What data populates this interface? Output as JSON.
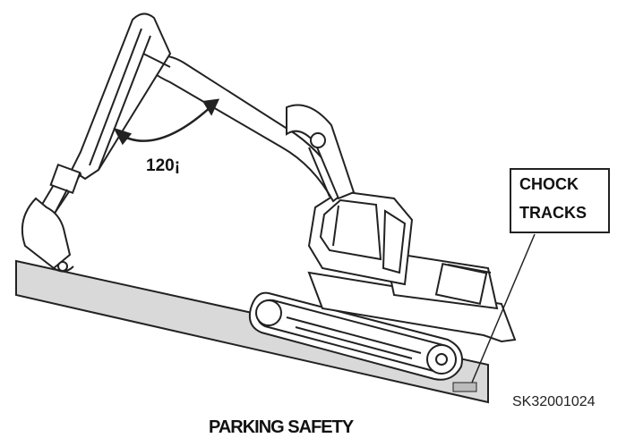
{
  "figure": {
    "angle_label": "120¡",
    "callout_line1": "CHOCK",
    "callout_line2": "TRACKS",
    "figure_code": "SK32001024",
    "caption": "PARKING SAFETY"
  },
  "colors": {
    "ground_fill": "#d9d9d9",
    "line": "#222222",
    "background": "#ffffff"
  }
}
